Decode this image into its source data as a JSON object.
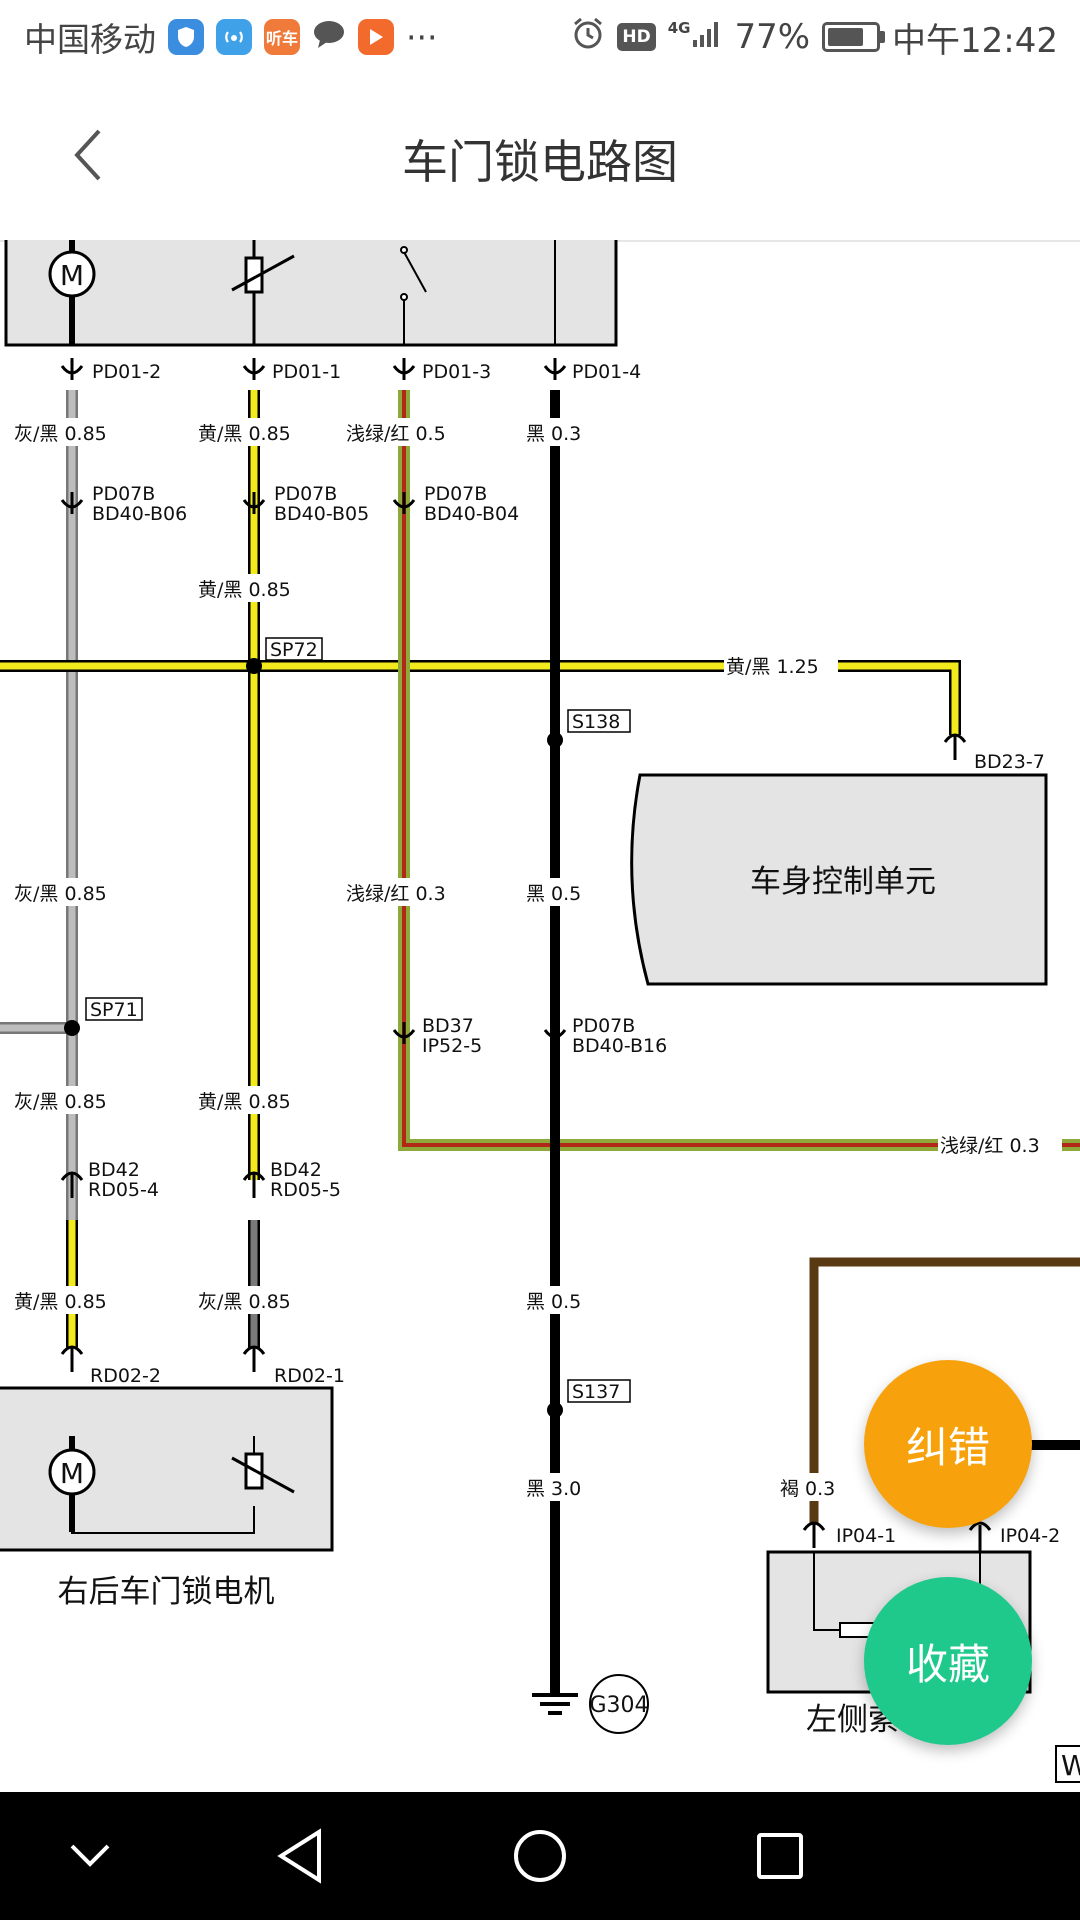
{
  "status_bar": {
    "carrier": "中国移动",
    "app_icons": [
      "shield-icon",
      "wifi-hotspot-icon",
      "tingche-app-icon",
      "chat-bubble-icon",
      "video-play-icon"
    ],
    "app_icon_texts": {
      "tingche": "听车"
    },
    "more": "···",
    "hd": "HD",
    "network": "4G",
    "battery": "77%",
    "battery_level": 0.77,
    "time": "中午12:42"
  },
  "title_bar": {
    "back_icon": "chevron-left-icon",
    "title": "车门锁电路图"
  },
  "diagram": {
    "connectors": {
      "pd01_2": "PD01-2",
      "pd01_1": "PD01-1",
      "pd01_3": "PD01-3",
      "pd01_4": "PD01-4",
      "pd07b_a": "PD07B",
      "bd40_b06": "BD40-B06",
      "pd07b_b": "PD07B",
      "bd40_b05": "BD40-B05",
      "pd07b_c": "PD07B",
      "bd40_b04": "BD40-B04",
      "bd23_7": "BD23-7",
      "bd37": "BD37",
      "ip52_5": "IP52-5",
      "pd07b_d": "PD07B",
      "bd40_b16": "BD40-B16",
      "bd42_a": "BD42",
      "rd05_4": "RD05-4",
      "bd42_b": "BD42",
      "rd05_5": "RD05-5",
      "rd02_2": "RD02-2",
      "rd02_1": "RD02-1",
      "ip04_1": "IP04-1",
      "ip04_2": "IP04-2"
    },
    "splices": {
      "sp72": "SP72",
      "sp71": "SP71",
      "s138": "S138",
      "s137": "S137"
    },
    "wires": {
      "gray_black_085": "灰/黑  0.85",
      "yellow_black_085": "黄/黑  0.85",
      "green_red_05": "浅绿/红  0.5",
      "black_03": "黑  0.3",
      "yellow_black_125": "黄/黑  1.25",
      "green_red_03": "浅绿/红  0.3",
      "black_05": "黑  0.5",
      "black_30": "黑  3.0",
      "brown_03": "褐  0.3"
    },
    "modules": {
      "bcm": "车身控制单元",
      "rr_door_motor": "右后车门锁电机",
      "left_side": "左侧索",
      "ground": "G304",
      "edge_label": "W"
    },
    "colors": {
      "yellow": "#f2ea1d",
      "gray": "#a9a9a9",
      "green": "#8fa83a",
      "red": "#b12718",
      "black": "#000000",
      "brown": "#5a3a12",
      "module_fill": "#e4e4e4"
    }
  },
  "actions": {
    "correct": "纠错",
    "collect": "收藏"
  },
  "nav_bar": {
    "back": "triangle-back-icon",
    "home": "circle-home-icon",
    "recents": "square-recents-icon",
    "hide": "chevron-down-icon"
  }
}
